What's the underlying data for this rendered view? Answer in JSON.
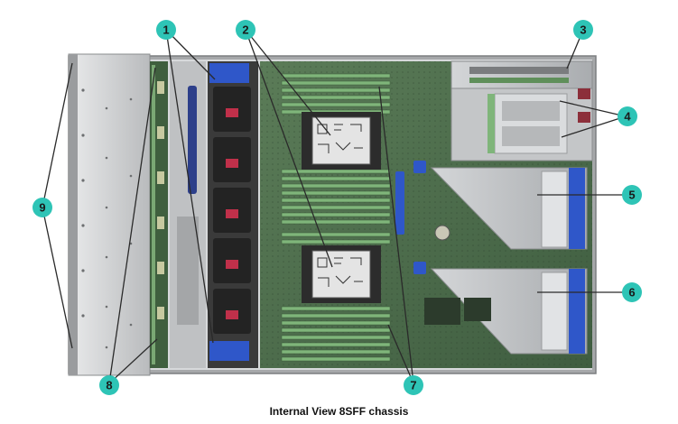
{
  "caption": "Internal View 8SFF chassis",
  "callouts": [
    {
      "id": "1",
      "label": "1"
    },
    {
      "id": "2",
      "label": "2"
    },
    {
      "id": "3",
      "label": "3"
    },
    {
      "id": "4",
      "label": "4"
    },
    {
      "id": "5",
      "label": "5"
    },
    {
      "id": "6",
      "label": "6"
    },
    {
      "id": "7",
      "label": "7"
    },
    {
      "id": "8",
      "label": "8"
    },
    {
      "id": "9",
      "label": "9"
    }
  ],
  "colors": {
    "callout_fill": "#2ec4b6",
    "leader_line": "#2a2a2a",
    "chassis_metal": "#c9cbcd",
    "motherboard": "#4a6b4a",
    "dimm": "#6fa36a",
    "fan": "#2b2b2b",
    "fan_accent": "#c0304a",
    "blue_clip": "#2f57c9"
  }
}
